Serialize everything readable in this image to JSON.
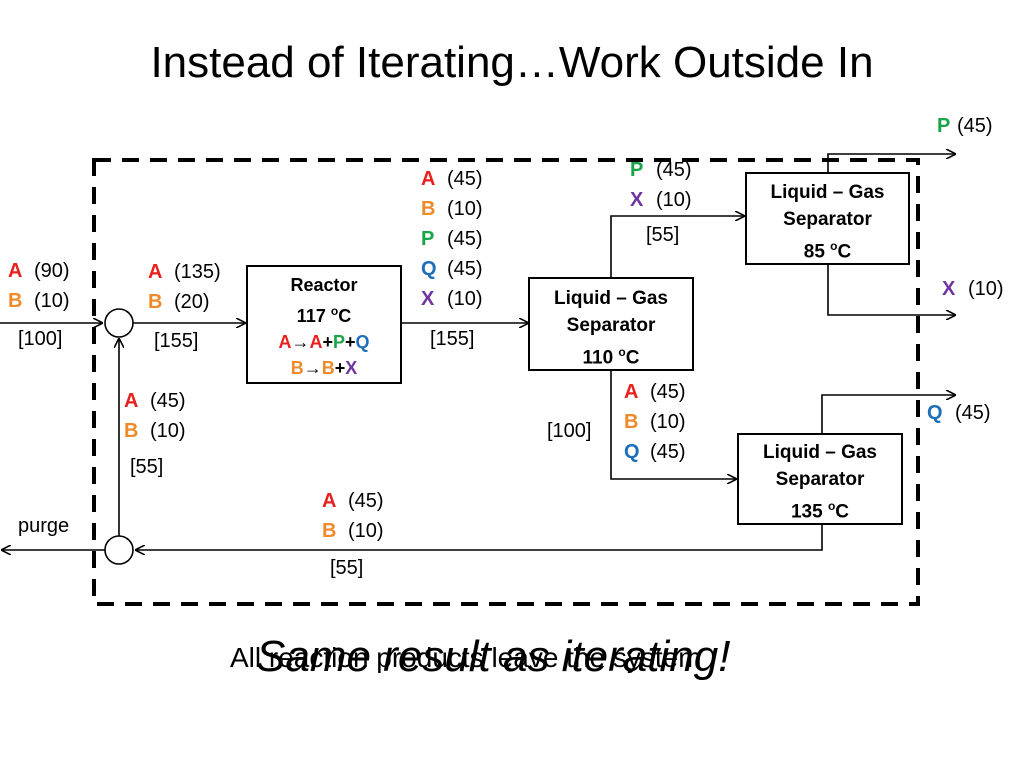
{
  "title": "Instead of Iterating…Work Outside In",
  "colors": {
    "A": "#e8201e",
    "B": "#ef8a2a",
    "P": "#1aa44a",
    "Q": "#1c6fb8",
    "X": "#6e35a0"
  },
  "reactor": {
    "name": "Reactor",
    "temp": "117 ",
    "temp_unit": "C",
    "temp_sup": "o",
    "rxn1": [
      "A",
      "→",
      "A",
      "+",
      "P",
      "+",
      "Q"
    ],
    "rxn2": [
      "B",
      "→",
      "B",
      "+",
      "X"
    ]
  },
  "separators": [
    {
      "name": "Liquid – Gas",
      "name2": "Separator",
      "temp": "110 ",
      "sup": "o",
      "unit": "C"
    },
    {
      "name": "Liquid – Gas",
      "name2": "Separator",
      "temp": "85 ",
      "sup": "o",
      "unit": "C"
    },
    {
      "name": "Liquid – Gas",
      "name2": "Separator",
      "temp": "135 ",
      "sup": "o",
      "unit": "C"
    }
  ],
  "streams": {
    "feed": {
      "A": "(90)",
      "B": "(10)",
      "total": "[100]"
    },
    "reactor_in": {
      "A": "(135)",
      "B": "(20)",
      "total": "[155]"
    },
    "reactor_out": {
      "A": "(45)",
      "B": "(10)",
      "P": "(45)",
      "Q": "(45)",
      "X": "(10)",
      "total": "[155]"
    },
    "sep1_gas": {
      "P": "(45)",
      "X": "(10)",
      "total": "[55]"
    },
    "sep1_liquid": {
      "A": "(45)",
      "B": "(10)",
      "Q": "(45)",
      "total": "[100]"
    },
    "recycle": {
      "A": "(45)",
      "B": "(10)",
      "total": "[55]"
    },
    "recycle_up": {
      "A": "(45)",
      "B": "(10)",
      "total": "[55]"
    },
    "product_P": {
      "P": "P",
      "value": "(45)"
    },
    "product_X": {
      "X": "X",
      "value": "(10)"
    },
    "product_Q": {
      "Q": "Q",
      "value": "(45)"
    }
  },
  "purge_label": "purge",
  "note_small": "All reaction products leave the system",
  "note_big": "Same result as iterating!"
}
